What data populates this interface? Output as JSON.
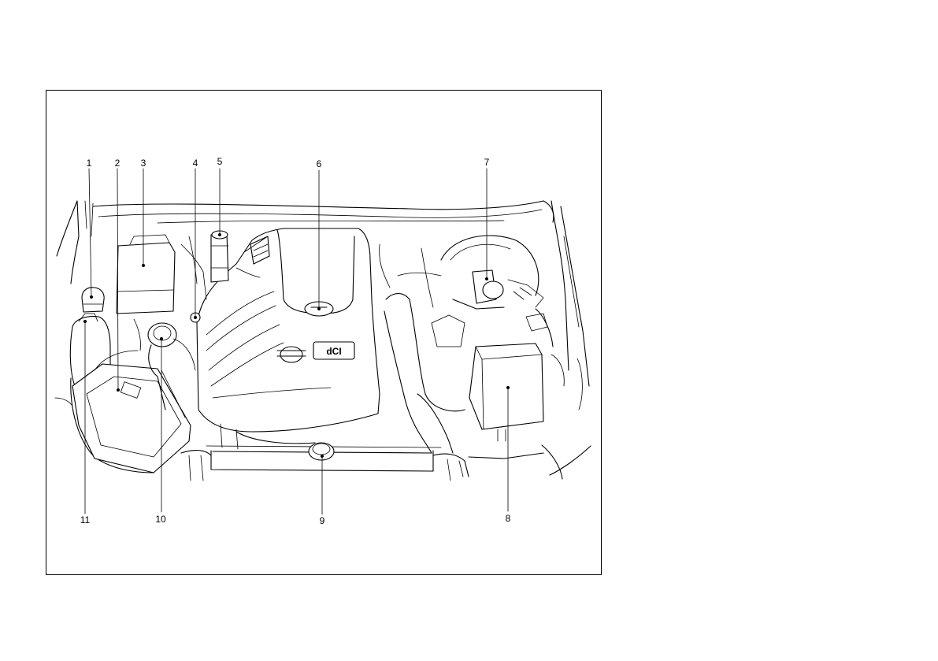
{
  "callouts": [
    {
      "id": "1",
      "label": "1"
    },
    {
      "id": "2",
      "label": "2"
    },
    {
      "id": "3",
      "label": "3"
    },
    {
      "id": "4",
      "label": "4"
    },
    {
      "id": "5",
      "label": "5"
    },
    {
      "id": "6",
      "label": "6"
    },
    {
      "id": "7",
      "label": "7"
    },
    {
      "id": "8",
      "label": "8"
    },
    {
      "id": "9",
      "label": "9"
    },
    {
      "id": "10",
      "label": "10"
    },
    {
      "id": "11",
      "label": "11"
    }
  ],
  "engine_cover": {
    "badge_text": "dCI"
  }
}
